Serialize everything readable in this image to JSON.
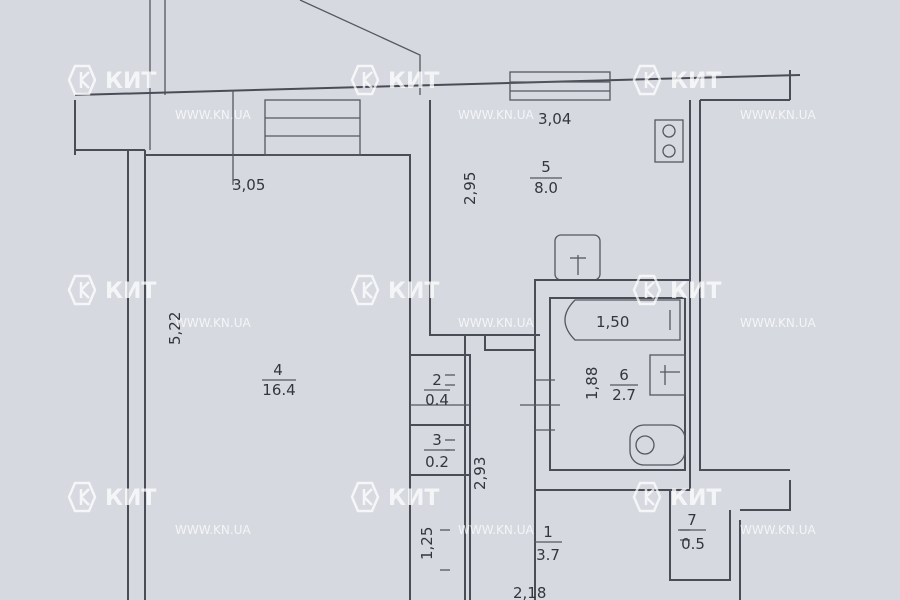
{
  "dimensions": {
    "room4_width": "3,05",
    "room4_length": "5,22",
    "room5_width": "3,04",
    "room5_length": "2,95",
    "bath_length": "1,50",
    "room6_length": "1,88",
    "corridor_length": "2,93",
    "entry_width": "1,25",
    "bottom_width": "2,18"
  },
  "rooms": [
    {
      "num": "4",
      "area": "16.4"
    },
    {
      "num": "5",
      "area": "8.0"
    },
    {
      "num": "6",
      "area": "2.7"
    },
    {
      "num": "2",
      "area": "0.4"
    },
    {
      "num": "3",
      "area": "0.2"
    },
    {
      "num": "1",
      "area": "3.7"
    },
    {
      "num": "7",
      "area": "0.5"
    }
  ],
  "watermark": {
    "logo": "КИТ",
    "url": "WWW.KN.UA"
  }
}
